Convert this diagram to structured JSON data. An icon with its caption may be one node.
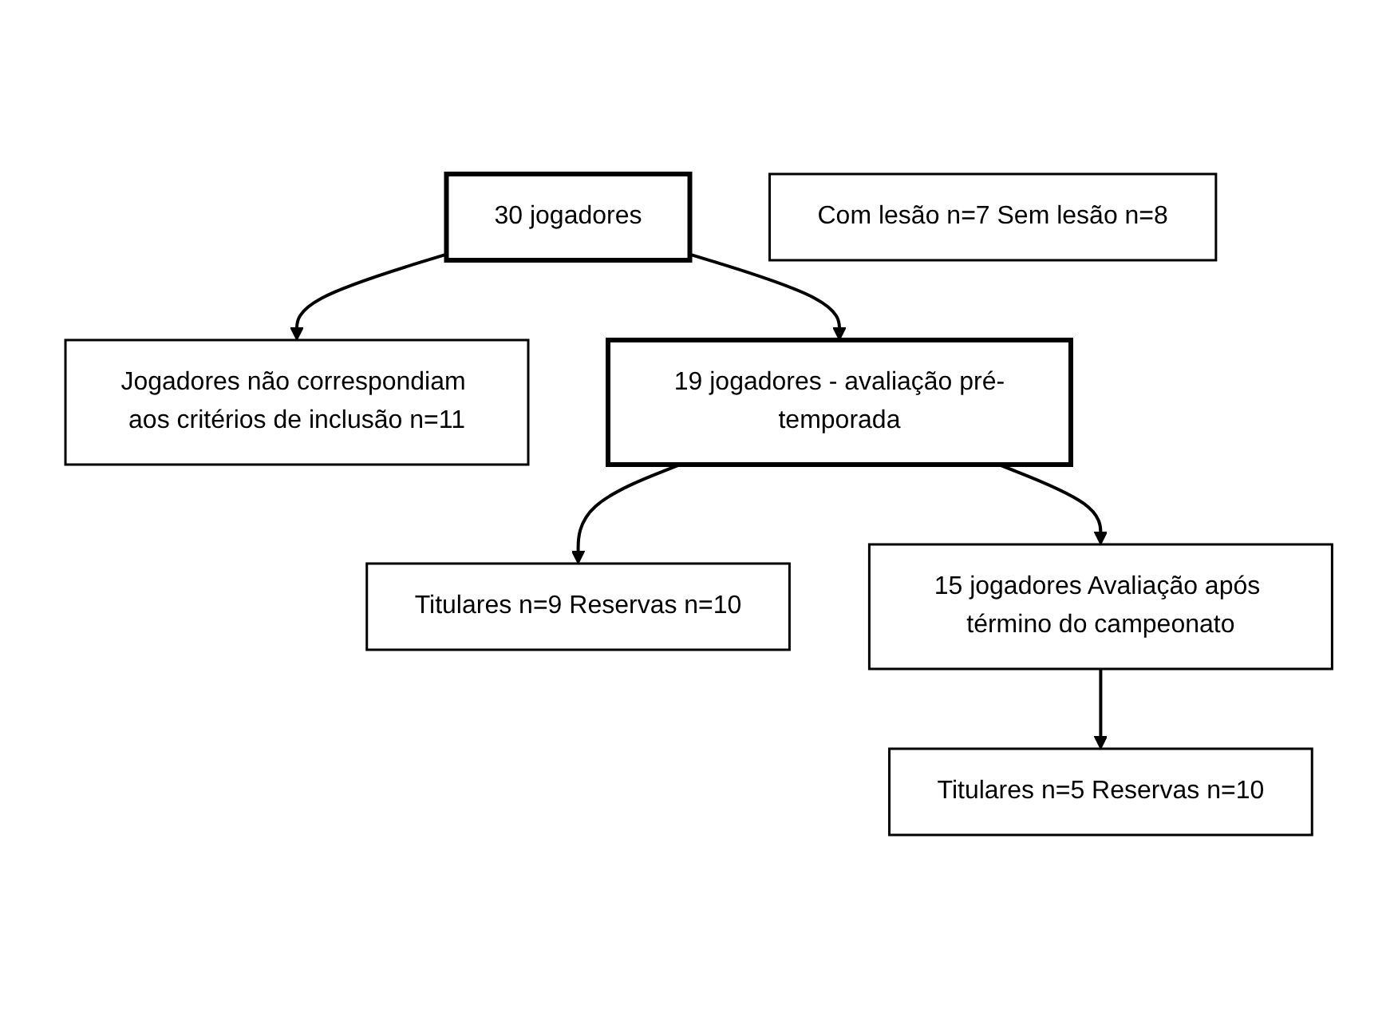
{
  "diagram": {
    "nodes": [
      {
        "text": [
          "30 jogadores"
        ]
      },
      {
        "text": [
          "Jogadores não correspondiam aos critérios de inclusão n=11"
        ]
      },
      {
        "text": [
          "19 jogadores - avaliação pré-temporada"
        ]
      },
      {
        "text": [
          "Titulares n=9 Reservas n=10"
        ]
      },
      {
        "text": [
          "15 jogadores Avaliação após término do campeonato"
        ]
      },
      {
        "text": [
          "Titulares n=5 Reservas n=10"
        ]
      },
      {
        "text": [
          "Com lesão n=7 Sem lesão n=8"
        ]
      }
    ],
    "edges": [
      {
        "from": 0,
        "to": 1,
        "arrow": "to"
      },
      {
        "from": 0,
        "to": 2,
        "arrow": "to"
      },
      {
        "from": 2,
        "to": 3,
        "arrow": "to"
      },
      {
        "from": 2,
        "to": 4,
        "arrow": "to"
      },
      {
        "from": 4,
        "to": 5,
        "arrow": "to"
      }
    ]
  }
}
